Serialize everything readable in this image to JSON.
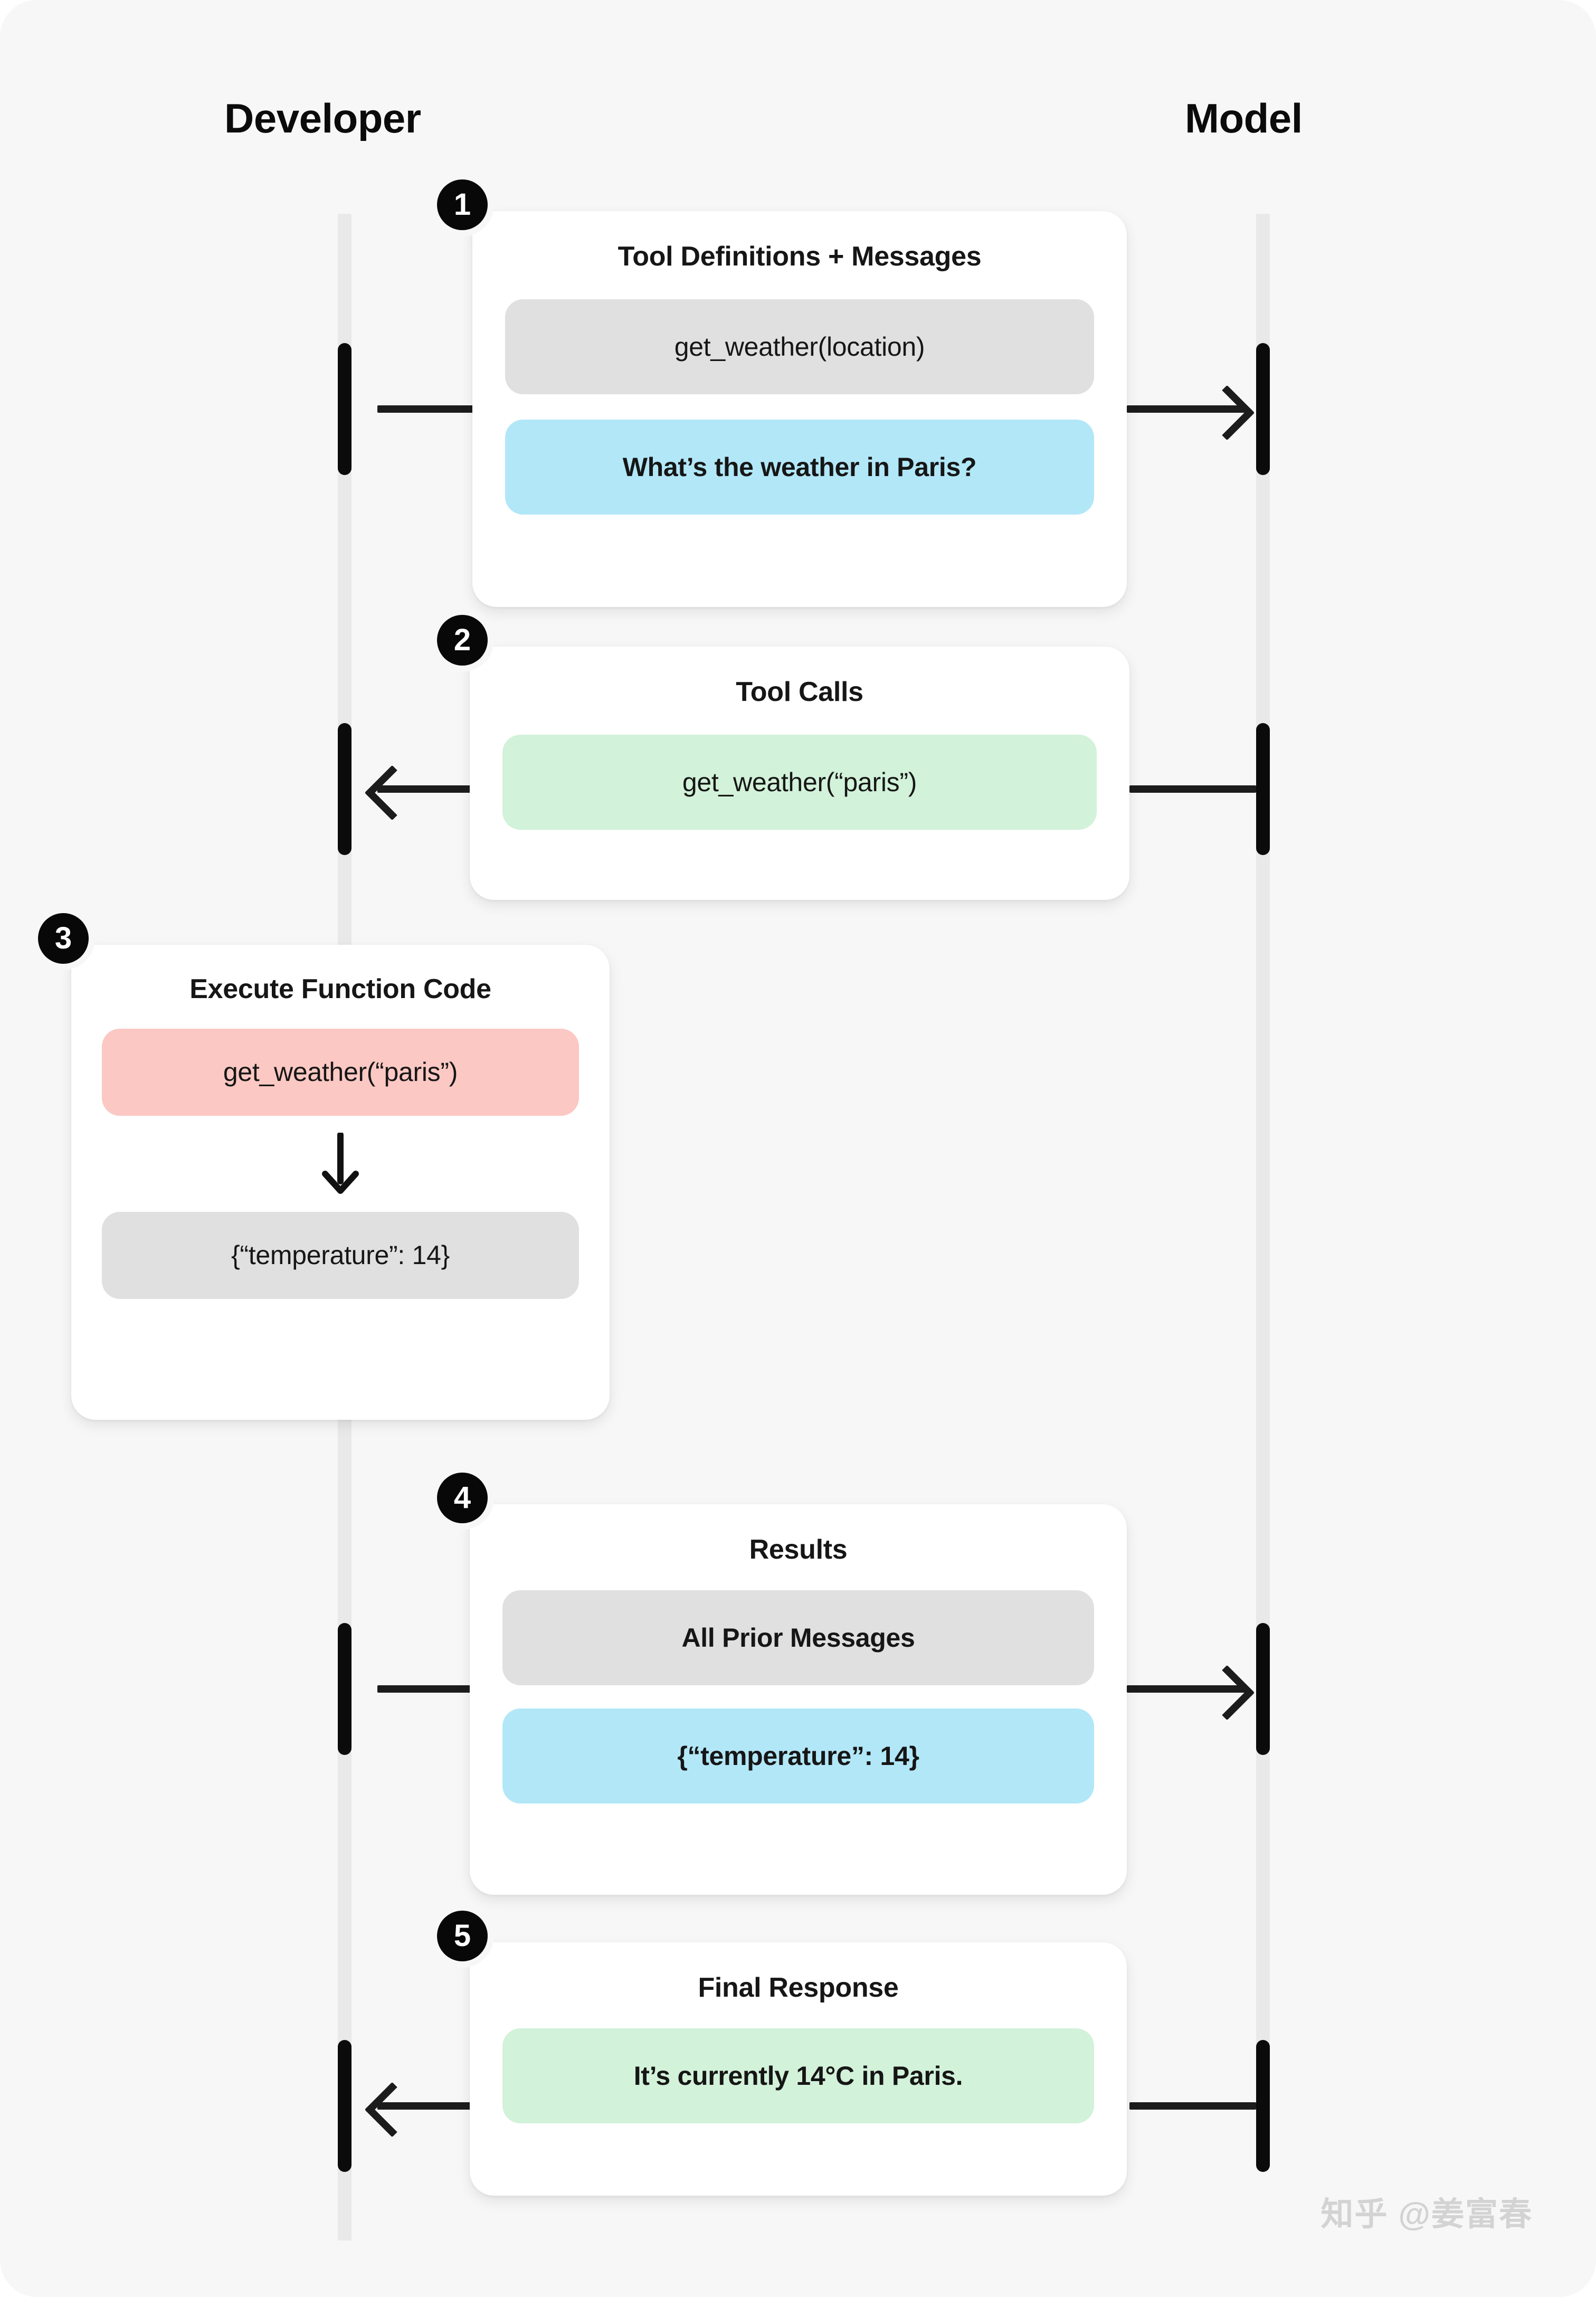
{
  "diagram": {
    "actors": {
      "left": "Developer",
      "right": "Model"
    },
    "watermark": "知乎 @姜富春",
    "colors": {
      "background": "#F7F7F7",
      "card": "#FFFFFF",
      "lifeline": "#E9E9E9",
      "activation": "#0B0B0B",
      "badge": "#080808",
      "pill_gray": "#E0E0E0",
      "pill_blue": "#B2E7F8",
      "pill_green": "#D2F2D9",
      "pill_pink": "#FBC8C3"
    },
    "steps": [
      {
        "number": "1",
        "title": "Tool Definitions + Messages",
        "direction": "developer-to-model",
        "pills": [
          {
            "text": "get_weather(location)",
            "color": "gray"
          },
          {
            "text": "What’s the weather in Paris?",
            "color": "blue"
          }
        ]
      },
      {
        "number": "2",
        "title": "Tool Calls",
        "direction": "model-to-developer",
        "pills": [
          {
            "text": "get_weather(“paris”)",
            "color": "green"
          }
        ]
      },
      {
        "number": "3",
        "title": "Execute Function Code",
        "direction": "internal",
        "pills": [
          {
            "text": "get_weather(“paris”)",
            "color": "pink"
          },
          {
            "text": "{“temperature”: 14}",
            "color": "gray"
          }
        ]
      },
      {
        "number": "4",
        "title": "Results",
        "direction": "developer-to-model",
        "pills": [
          {
            "text": "All Prior Messages",
            "color": "gray"
          },
          {
            "text": "{“temperature”: 14}",
            "color": "blue"
          }
        ]
      },
      {
        "number": "5",
        "title": "Final Response",
        "direction": "model-to-developer",
        "pills": [
          {
            "text": "It’s currently 14°C in Paris.",
            "color": "green"
          }
        ]
      }
    ]
  }
}
